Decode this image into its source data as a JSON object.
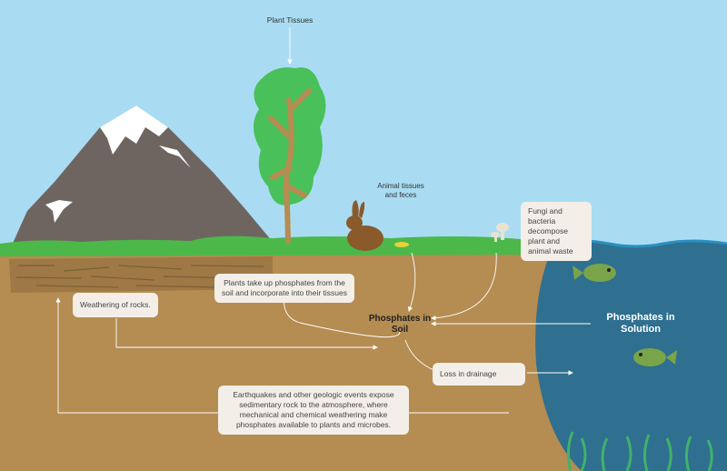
{
  "labels": {
    "plant_tissues": "Plant Tissues",
    "animal_tissues": "Animal tissues and feces",
    "fungi_bacteria": "Fungi and bacteria decompose plant and animal waste",
    "plants_uptake": "Plants take up phosphates from the soil and incorporate into their tissues",
    "weathering": "Weathering of rocks.",
    "phosphates_soil": "Phosphates in Soil",
    "phosphates_solution": "Phosphates in Solution",
    "loss_drainage": "Loss in drainage",
    "earthquakes": "Earthquakes and other geologic events expose sedimentary rock to the atmosphere, where mechanical and chemical weathering make phosphates available to plants and microbes."
  },
  "colors": {
    "sky": "#a9dcf3",
    "soil": "#b58c51",
    "grass": "#4cb84a",
    "water": "#2f6f8f",
    "mountain": "#6e6560",
    "snow": "#ffffff",
    "trunk": "#b58c51",
    "leaves": "#49c05a",
    "box_bg": "#f3efe8",
    "arrow": "#ffffff"
  }
}
